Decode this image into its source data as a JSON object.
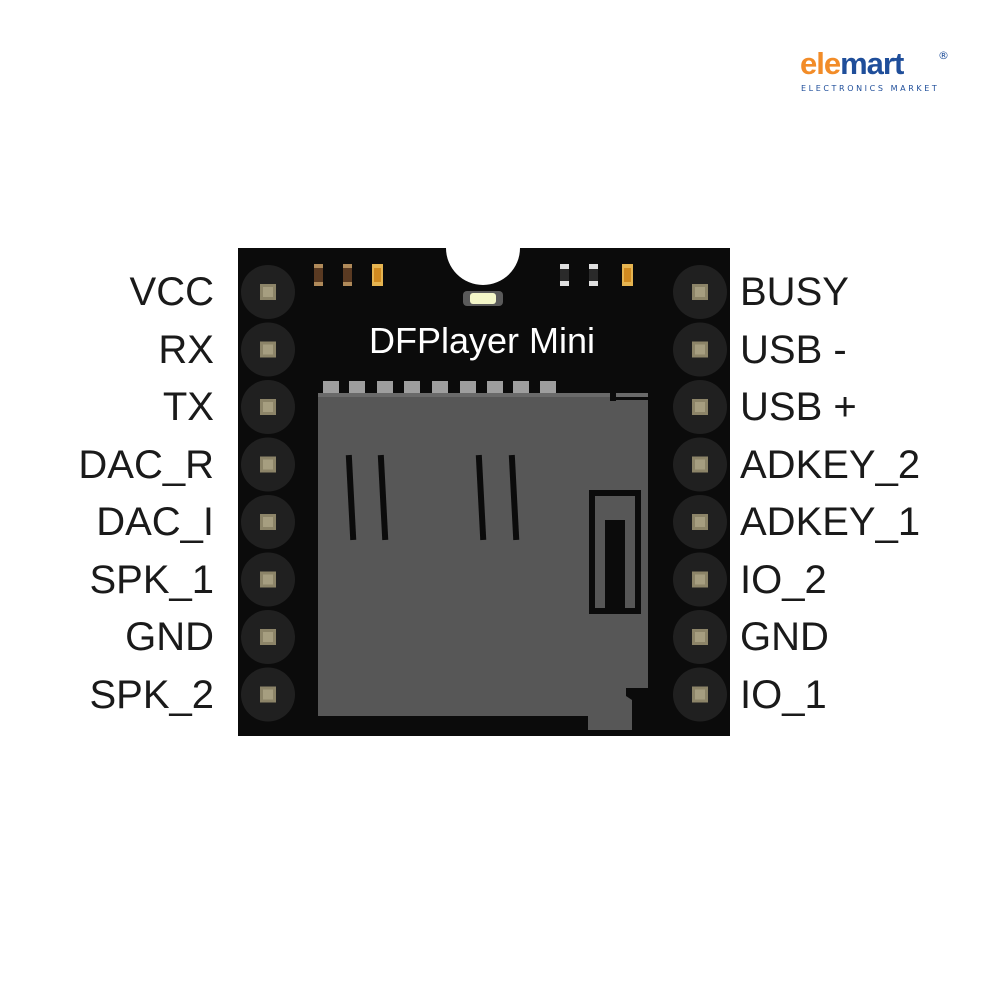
{
  "brand": {
    "name_part1": "ele",
    "name_part2": "mart",
    "registered": "®",
    "tagline": "ELECTRONICS MARKET"
  },
  "module": {
    "title": "DFPlayer Mini",
    "colors": {
      "board": "#0b0b0b",
      "pad": "#8c8468",
      "slot": "#575757",
      "logo_orange": "#f28c28",
      "logo_blue": "#1f4e9a"
    }
  },
  "pins": {
    "left": [
      "VCC",
      "RX",
      "TX",
      "DAC_R",
      "DAC_I",
      "SPK_1",
      "GND",
      "SPK_2"
    ],
    "right": [
      "BUSY",
      "USB -",
      "USB +",
      "ADKEY_2",
      "ADKEY_1",
      "IO_2",
      "GND",
      "IO_1"
    ]
  }
}
